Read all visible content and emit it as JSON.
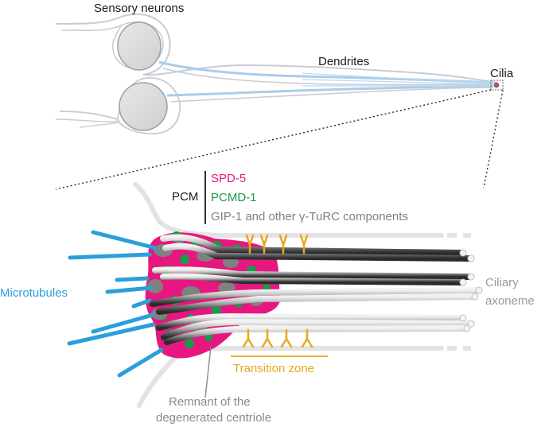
{
  "labels": {
    "sensory_neurons": "Sensory neurons",
    "dendrites": "Dendrites",
    "cilia": "Cilia",
    "pcm": "PCM",
    "spd5": "SPD-5",
    "pcmd1": "PCMD-1",
    "gip1": "GIP-1 and other γ-TuRC components",
    "microtubules": "Microtubules",
    "ciliary_axoneme_line1": "Ciliary",
    "ciliary_axoneme_line2": "axoneme",
    "transition_zone": "Transition zone",
    "remnant_line1": "Remnant of the",
    "remnant_line2": "degenerated centriole"
  },
  "colors": {
    "black": "#1a1a1a",
    "spd5": "#e6177e",
    "pcmd1": "#1a9a4a",
    "gip1": "#808080",
    "microtubules": "#2b9fd9",
    "axoneme_text": "#9a9a9a",
    "transition_zone": "#e6a81e",
    "remnant": "#8a8a8a"
  }
}
